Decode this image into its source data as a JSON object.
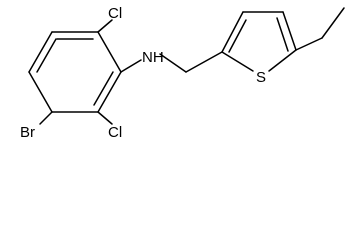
{
  "molecule": {
    "atoms": {
      "cl_top": "Cl",
      "nh": "NH",
      "s": "S",
      "br": "Br",
      "cl_bottom": "Cl"
    }
  }
}
